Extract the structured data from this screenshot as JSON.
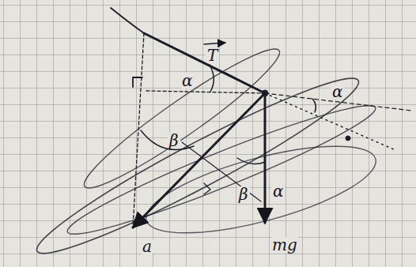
{
  "diagram": {
    "labels": [
      "T",
      "α",
      "α",
      "β",
      "β",
      "α",
      "a",
      "mg"
    ]
  }
}
